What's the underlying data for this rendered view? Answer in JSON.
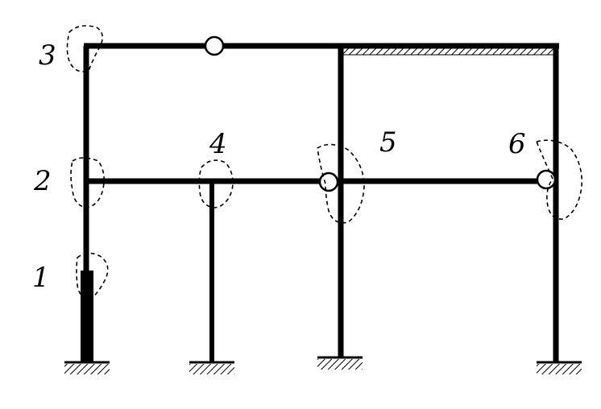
{
  "labels": {
    "n1": "1",
    "n2": "2",
    "n3": "3",
    "n4": "4",
    "n5": "5",
    "n6": "6"
  },
  "colors": {
    "ink": "#000000",
    "background": "#ffffff"
  }
}
